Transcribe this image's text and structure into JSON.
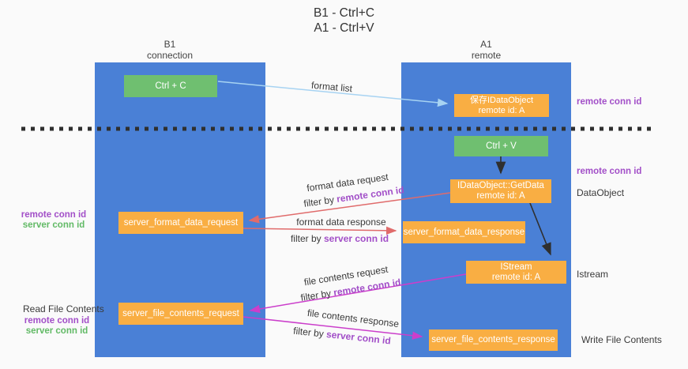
{
  "title": {
    "line1": "B1 - Ctrl+C",
    "line2": "A1 - Ctrl+V"
  },
  "columns": {
    "left": {
      "name": "B1",
      "role": "connection"
    },
    "right": {
      "name": "A1",
      "role": "remote"
    }
  },
  "boxes": {
    "ctrl_c": "Ctrl + C",
    "ctrl_v": "Ctrl + V",
    "save_dataobject": {
      "line1": "保存IDataObject",
      "line2": "remote id: A"
    },
    "getdata": {
      "line1": "IDataObject::GetData",
      "line2": "remote id: A"
    },
    "istream": {
      "line1": "IStream",
      "line2": "remote id: A"
    },
    "format_request": "server_format_data_request",
    "format_response": "server_format_data_response",
    "file_request": "server_file_contents_request",
    "file_response": "server_file_contents_response"
  },
  "labels": {
    "format_list": "format list",
    "format_data_request": "format data request",
    "format_data_response": "format data response",
    "file_contents_request": "file contents request",
    "file_contents_response": "file contents response",
    "filter_by": "filter by",
    "remote_conn_id": "remote conn id",
    "server_conn_id": "server conn id",
    "dataobject": "DataObject",
    "istream": "Istream",
    "read_file_contents": "Read File Contents",
    "write_file_contents": "Write File Contents"
  },
  "colors": {
    "column_blue": "#4a80d6",
    "box_green": "#6fbf70",
    "box_orange": "#f9ae43",
    "purple_text": "#a24fc8",
    "green_text": "#62ba66",
    "magenta_arrow": "#cb3ecb",
    "red_arrow": "#e06b6b",
    "light_blue_arrow": "#a7d3f2",
    "black_arrow": "#2f2f2f",
    "dashed_line": "#2f2f2f"
  }
}
